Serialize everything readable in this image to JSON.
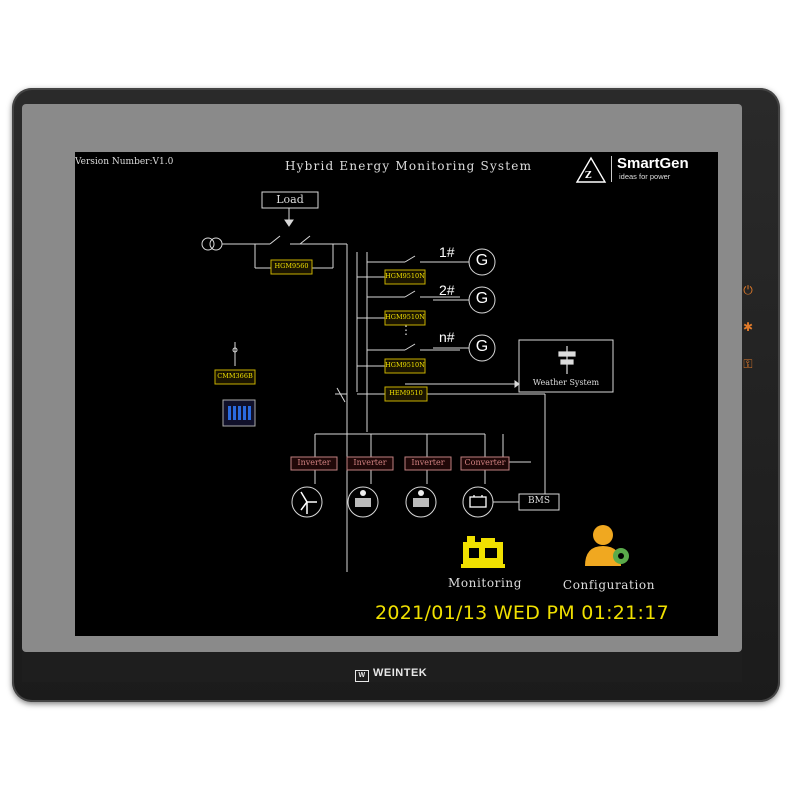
{
  "header": {
    "version": "Version Number:V1.0",
    "title": "Hybrid  Energy Monitoring System",
    "logo": {
      "name": "SmartGen",
      "tagline": "ideas for power"
    }
  },
  "diagram": {
    "load": "Load",
    "mains_controller": "HGM9560",
    "gen_labels": [
      "1#",
      "2#",
      "n#"
    ],
    "gen_symbol": "G",
    "gen_controllers": [
      "HGM9510N",
      "HGM9510N",
      "HGM9510N"
    ],
    "ellipsis": "⋮",
    "ess_controller": "HEM9510",
    "comm_module": "CMM366B",
    "weather": "Weather System",
    "converters": [
      "Inverter",
      "Inverter",
      "Inverter",
      "Converter"
    ],
    "bms": "BMS"
  },
  "nav": {
    "monitoring": "Monitoring",
    "configuration": "Configuration"
  },
  "status": {
    "datetime": "2021/01/13 WED PM 01:21:17"
  },
  "device": {
    "brand": "WEINTEK",
    "side_icons": [
      "power-icon",
      "brightness-icon",
      "network-icon"
    ]
  },
  "colors": {
    "screen_bg": "#000000",
    "line": "#d8d8d8",
    "controller_text": "#f0e000",
    "inverter_text": "#d08080",
    "datetime": "#f0e000",
    "indicator": "#e07a2a"
  }
}
